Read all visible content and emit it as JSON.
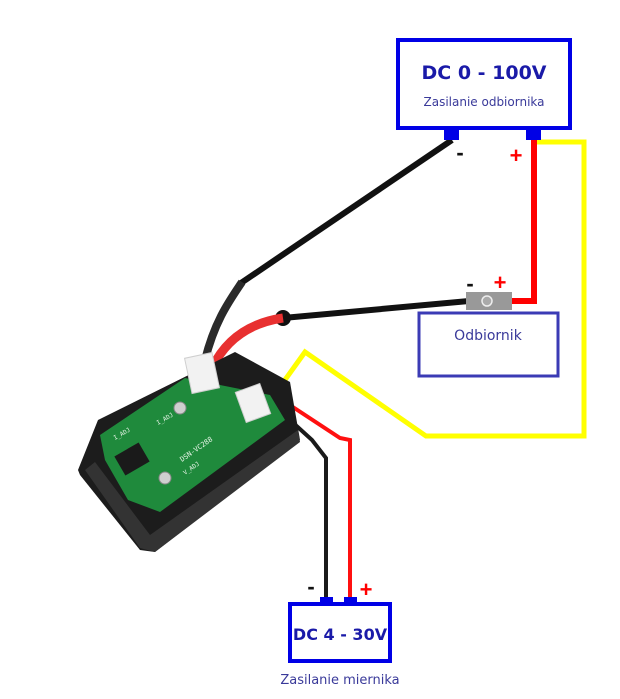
{
  "diagram": {
    "type": "wiring-diagram",
    "load_supply": {
      "title": "DC 0 - 100V",
      "subtitle": "Zasilanie odbiornika",
      "minus_sign": "-",
      "plus_sign": "+"
    },
    "load": {
      "label": "Odbiornik",
      "minus_sign": "-",
      "plus_sign": "+"
    },
    "meter_supply": {
      "title": "DC 4 - 30V",
      "caption": "Zasilanie miernika",
      "minus_sign": "-",
      "plus_sign": "+"
    },
    "meter_module": {
      "pcb_labels": [
        "I_ADJ",
        "I_ADJ",
        "DSN-VC288",
        "V_ADJ"
      ]
    },
    "colors": {
      "box_border": "#0000e6",
      "load_border": "#3b3bb5",
      "positive_wire": "#ff0000",
      "negative_wire": "#111111",
      "sense_wire": "#ffff00",
      "pcb": "#1f8a3c",
      "case": "#1c1c1c"
    }
  }
}
